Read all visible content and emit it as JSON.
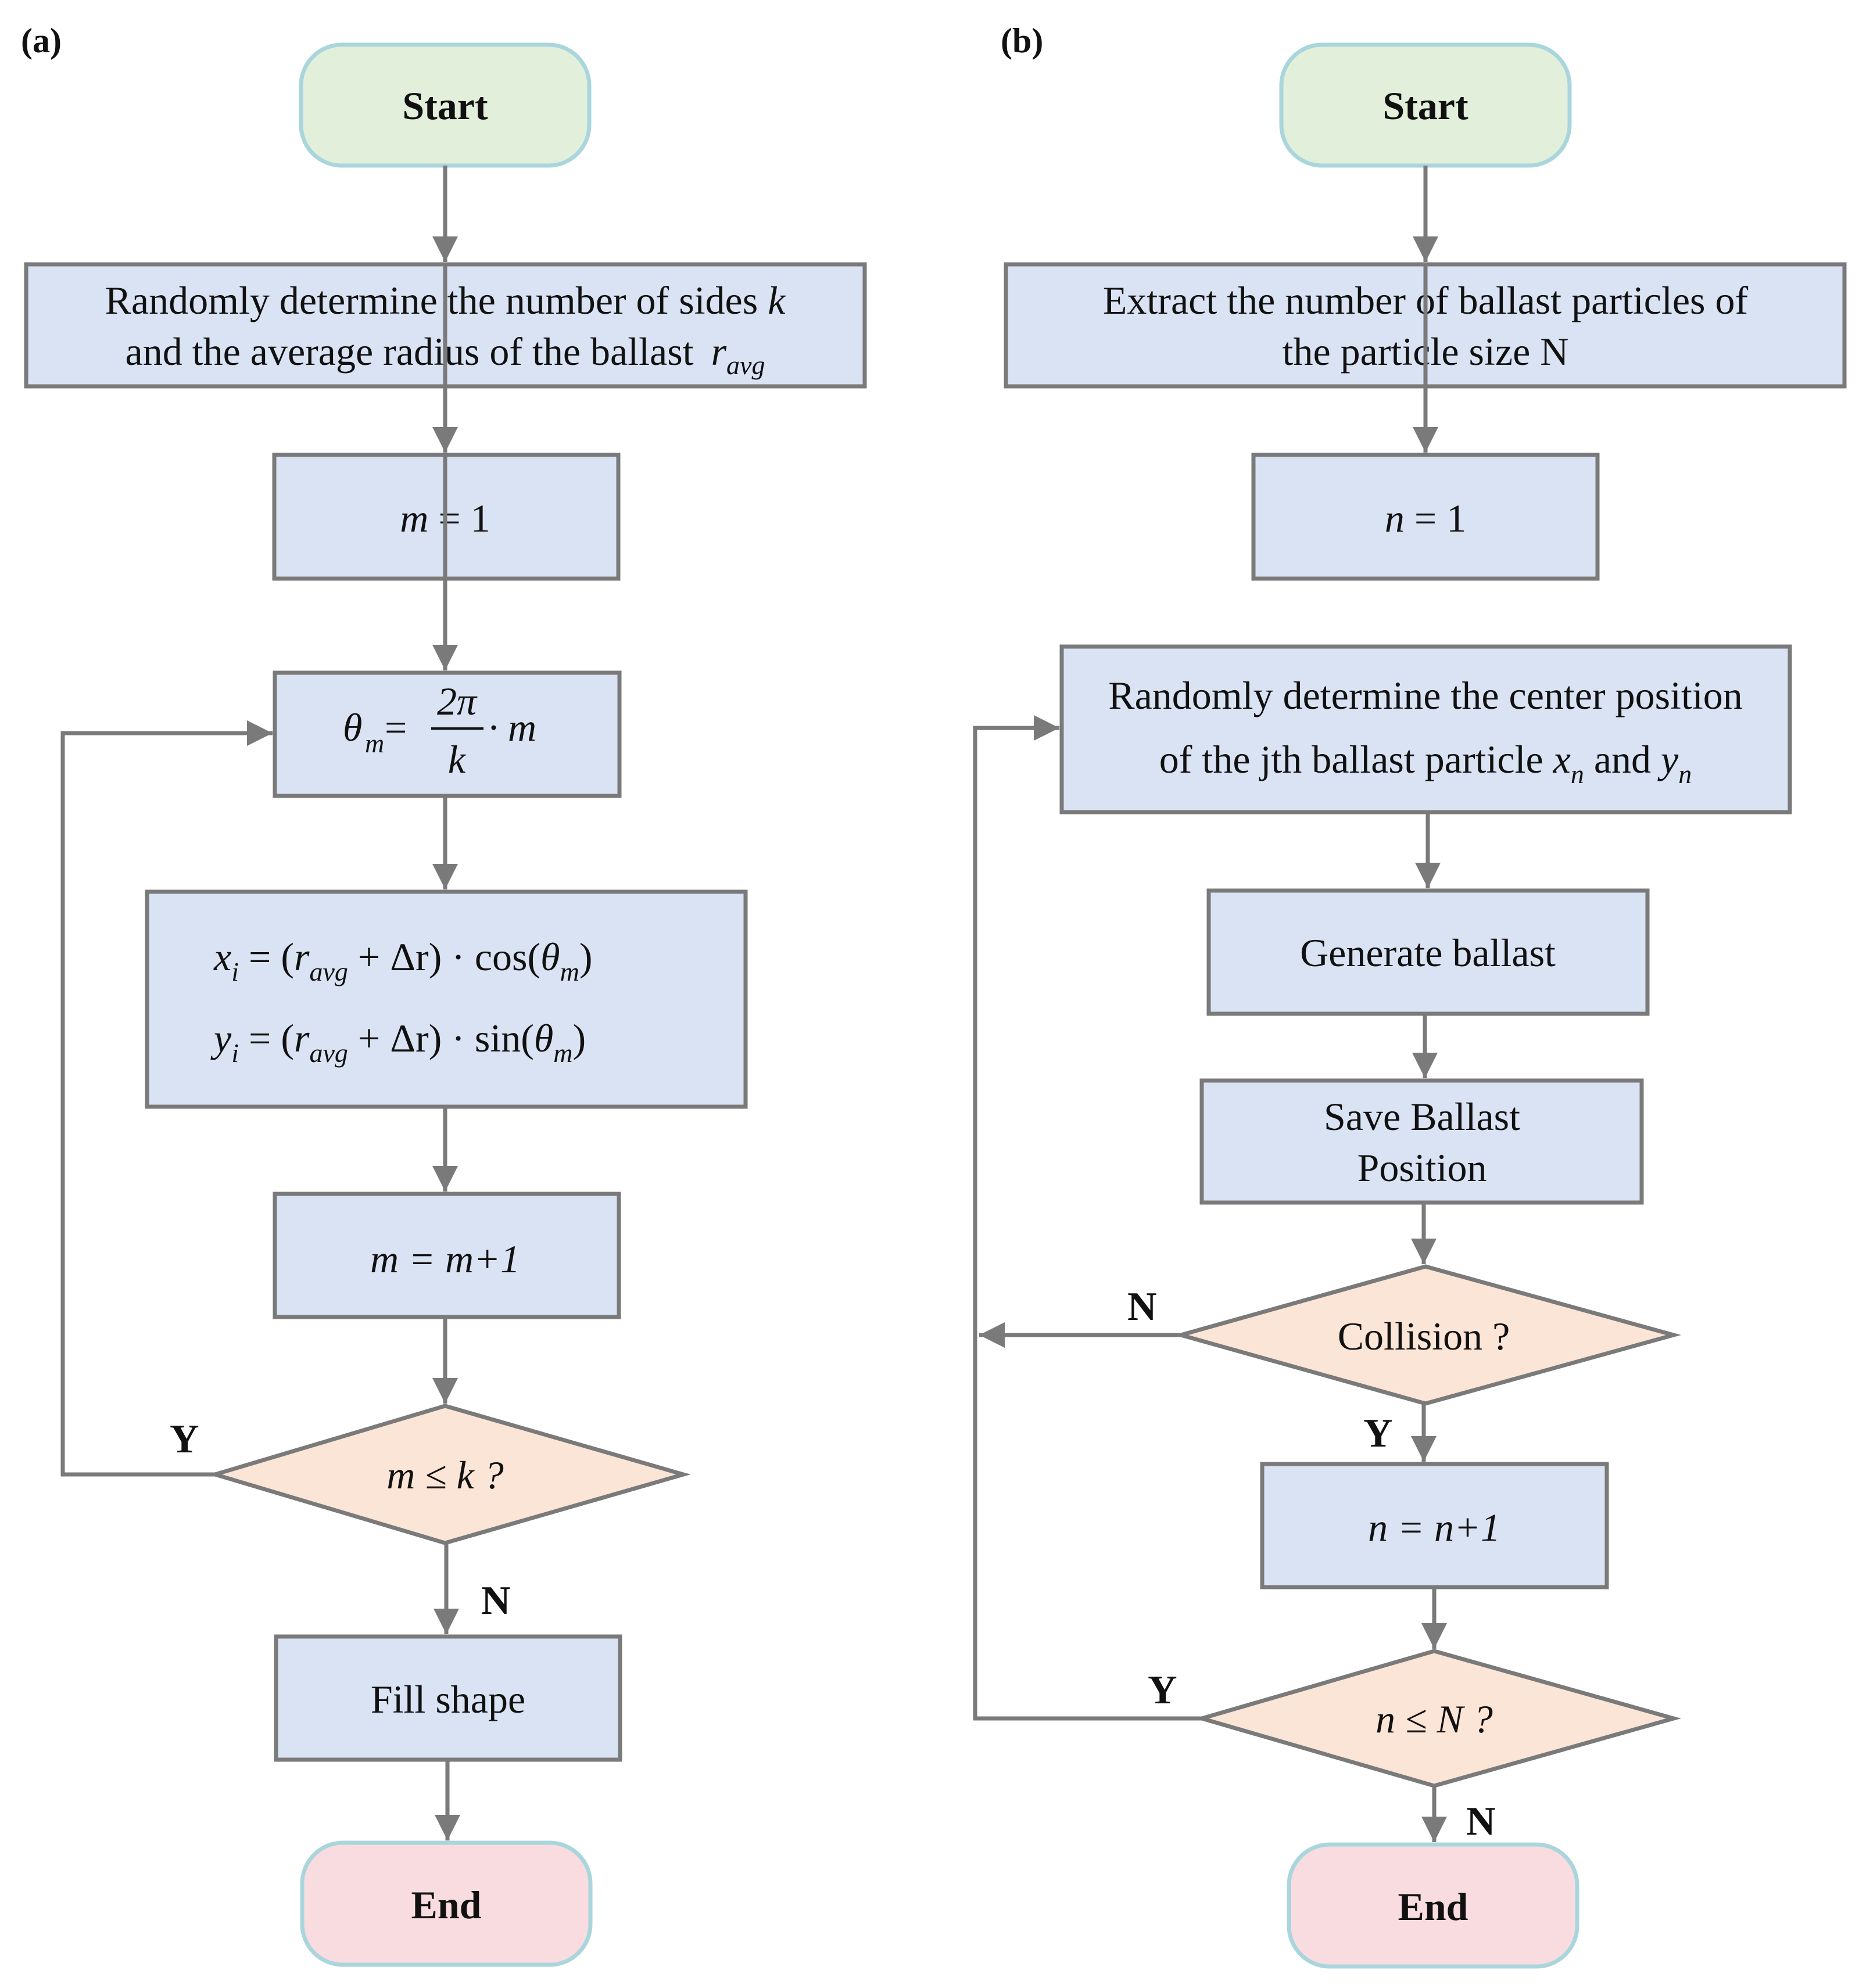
{
  "colors": {
    "process_fill": "#dae3f3",
    "decision_fill": "#fbe5d6",
    "start_fill": "#e2efda",
    "end_fill": "#f8dcdf",
    "terminal_border": "#a9d6dc",
    "border": "#7a7a7a",
    "arrow": "#7a7a7a"
  },
  "panel_a": {
    "label": "(a)",
    "start": "Start",
    "step1": {
      "line1": "Randomly determine the number of sides",
      "line1_var": "k",
      "line2": "and the average radius of the ballast",
      "line2_var": "r",
      "line2_sub": "avg"
    },
    "step2": {
      "var": "m",
      "rest": " = 1"
    },
    "step3": {
      "lhs": "θ",
      "lhs_sub": "m",
      "eq": " = ",
      "num": "2π",
      "den": "k",
      "tail": "· m"
    },
    "step4": {
      "line1": {
        "var": "x",
        "sub": "i",
        "a": " = (",
        "r": "r",
        "r_sub": "avg",
        "b": " + Δr) · cos(",
        "theta": "θ",
        "theta_sub": "m",
        "c": ")"
      },
      "line2": {
        "var": "y",
        "sub": "i",
        "a": " = (",
        "r": "r",
        "r_sub": "avg",
        "b": " + Δr) · sin(",
        "theta": "θ",
        "theta_sub": "m",
        "c": ")"
      }
    },
    "step5": "m = m+1",
    "decision": "m ≤ k ?",
    "yes": "Y",
    "no": "N",
    "fill": "Fill shape",
    "end": "End"
  },
  "panel_b": {
    "label": "(b)",
    "start": "Start",
    "step1": {
      "line1": "Extract the number of ballast particles of",
      "line2": "the particle size N"
    },
    "step2": {
      "var": "n",
      "rest": " = 1"
    },
    "step3": {
      "line1": "Randomly determine the center position",
      "line2_a": "of the jth ballast particle ",
      "x": "x",
      "x_sub": "n",
      "and": " and ",
      "y": "y",
      "y_sub": "n"
    },
    "generate": "Generate ballast",
    "save": {
      "line1": "Save Ballast",
      "line2": "Position"
    },
    "collision": "Collision ?",
    "collision_no": "N",
    "collision_yes": "Y",
    "increment": "n = n+1",
    "decision": "n ≤ N ?",
    "yes": "Y",
    "no": "N",
    "end": "End"
  }
}
